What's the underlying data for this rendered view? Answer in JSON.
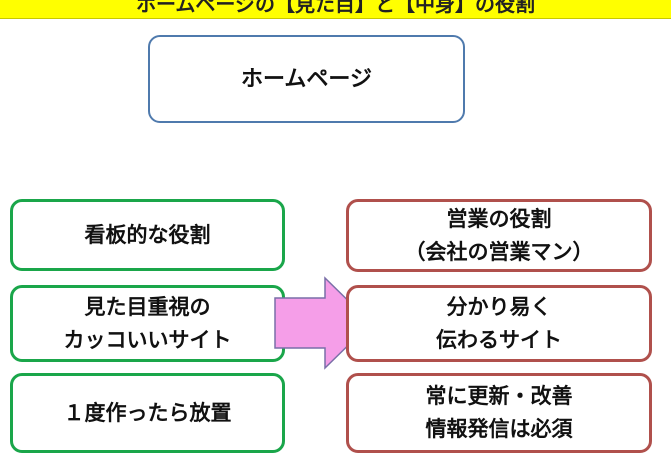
{
  "header": {
    "banner_text": "ホームページの【見た目】と【中身】の役割"
  },
  "top_box": {
    "label": "ホームページ"
  },
  "left_column": {
    "items": [
      {
        "line1": "看板的な役割",
        "line2": ""
      },
      {
        "line1": "見た目重視の",
        "line2": "カッコいいサイト"
      },
      {
        "line1": "１度作ったら放置",
        "line2": ""
      }
    ]
  },
  "right_column": {
    "items": [
      {
        "line1": "営業の役割",
        "line2": "（会社の営業マン）"
      },
      {
        "line1": "分かり易く",
        "line2": "伝わるサイト"
      },
      {
        "line1": "常に更新・改善",
        "line2": "情報発信は必須"
      }
    ]
  },
  "colors": {
    "banner": "#ffff00",
    "left_border": "#1aa64a",
    "right_border": "#b0504c",
    "top_border": "#4f7aad",
    "arrow_fill": "#f59ee8"
  }
}
